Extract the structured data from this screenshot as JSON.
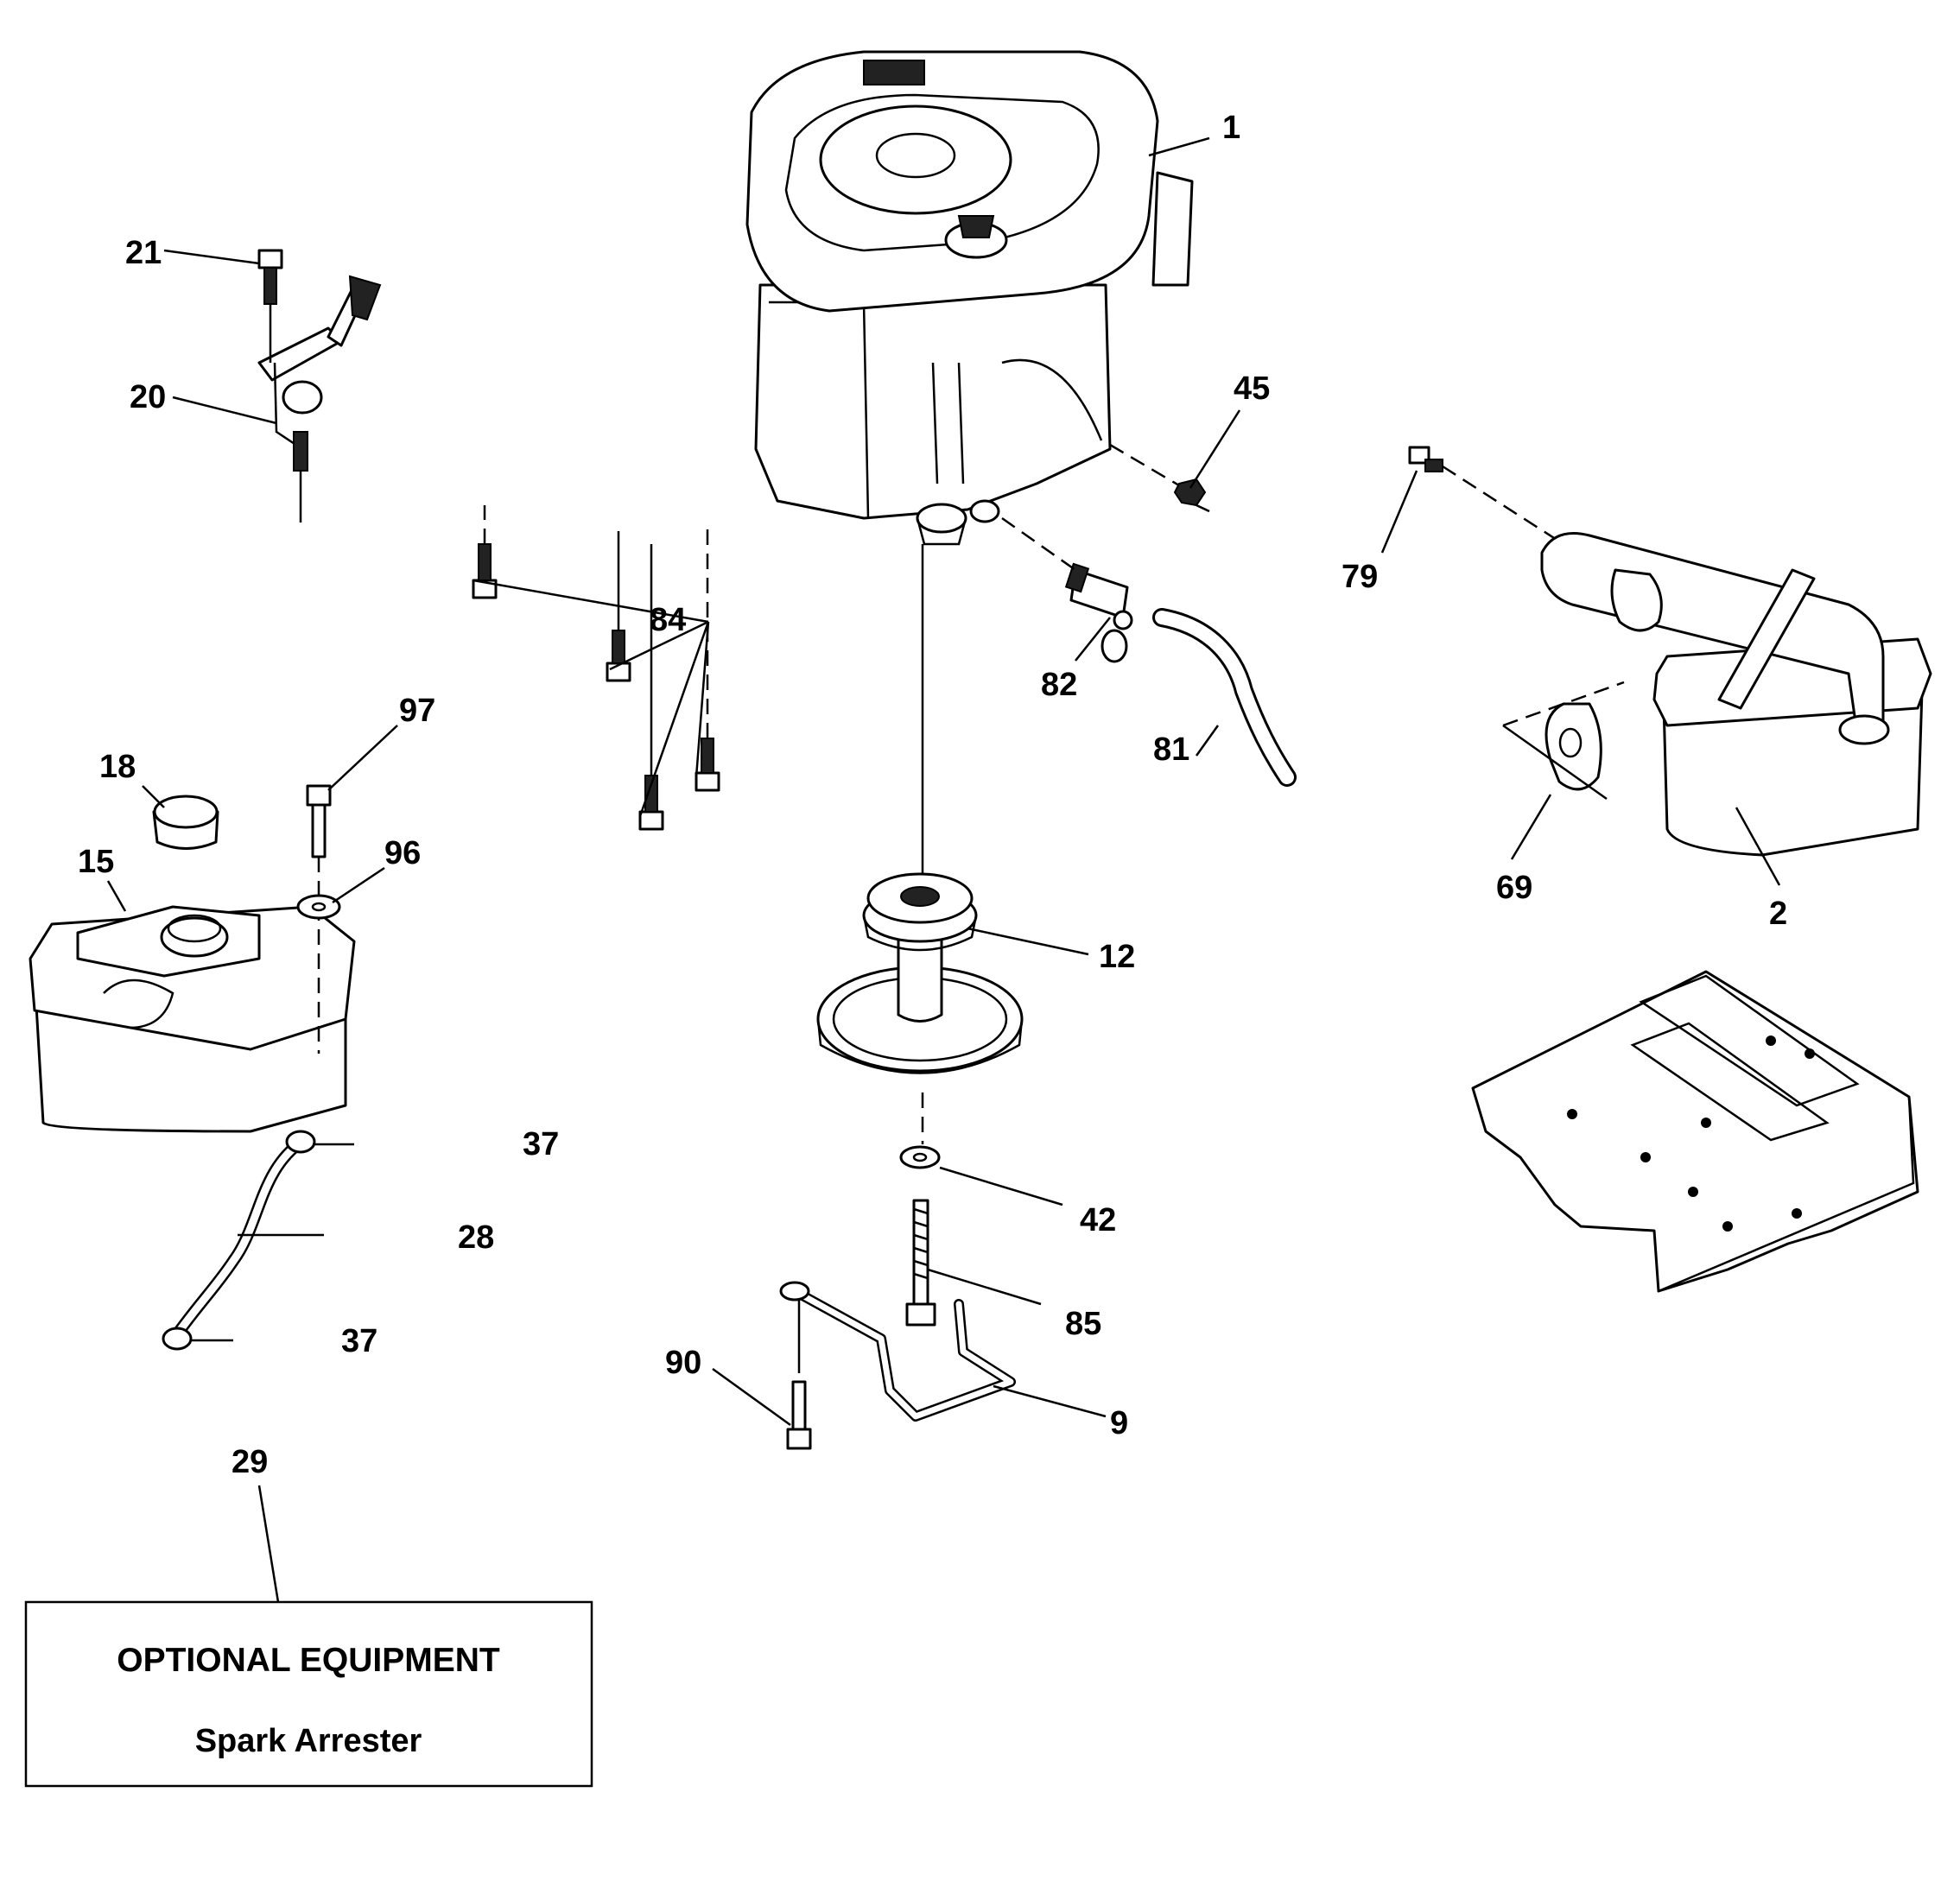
{
  "callouts": {
    "c1": "1",
    "c2": "2",
    "c9": "9",
    "c12": "12",
    "c15": "15",
    "c18": "18",
    "c20": "20",
    "c21": "21",
    "c28": "28",
    "c29": "29",
    "c37a": "37",
    "c37b": "37",
    "c42": "42",
    "c45": "45",
    "c69": "69",
    "c79": "79",
    "c81": "81",
    "c82": "82",
    "c84": "84",
    "c85": "85",
    "c90": "90",
    "c96": "96",
    "c97": "97"
  },
  "optional_box": {
    "heading": "OPTIONAL EQUIPMENT",
    "item": "Spark Arrester"
  }
}
